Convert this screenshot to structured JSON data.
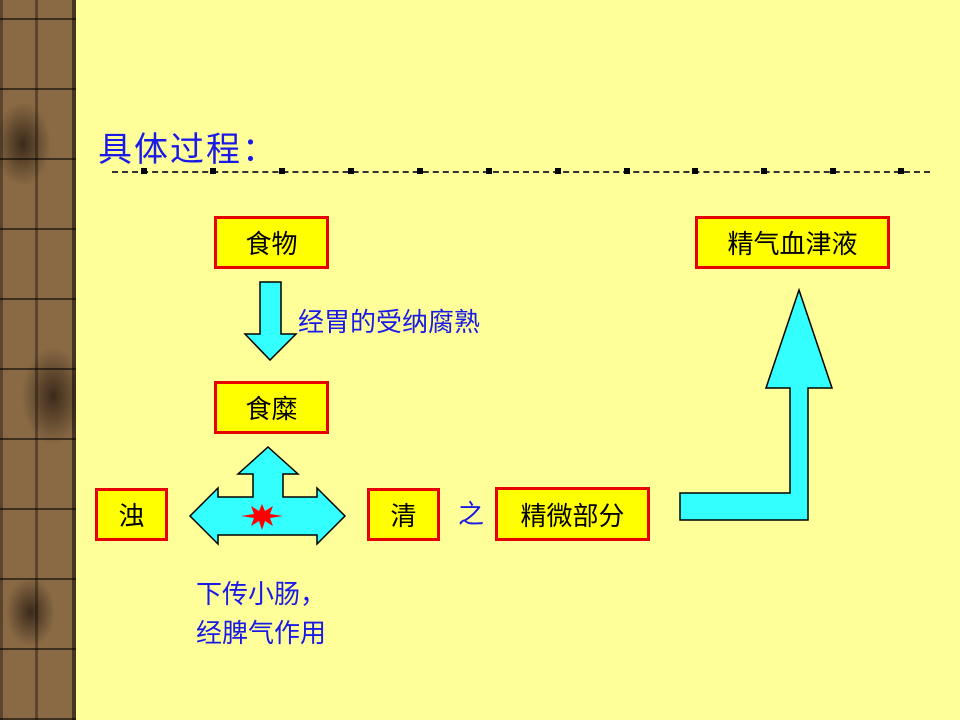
{
  "title": "具体过程：",
  "nodes": {
    "food": "食物",
    "chyme": "食糜",
    "turbid": "浊",
    "clear": "清",
    "essence": "精微部分",
    "qi_blood": "精气血津液"
  },
  "labels": {
    "stomach": "经胃的受纳腐熟",
    "of": "之",
    "down_line1": "下传小肠，",
    "down_line2": "经脾气作用"
  },
  "colors": {
    "background": "#ffff99",
    "box_fill": "#ffff00",
    "box_border": "#e60000",
    "text_blue": "#1a1ae6",
    "arrow_fill": "#33ffff",
    "star": "#ff0000"
  }
}
